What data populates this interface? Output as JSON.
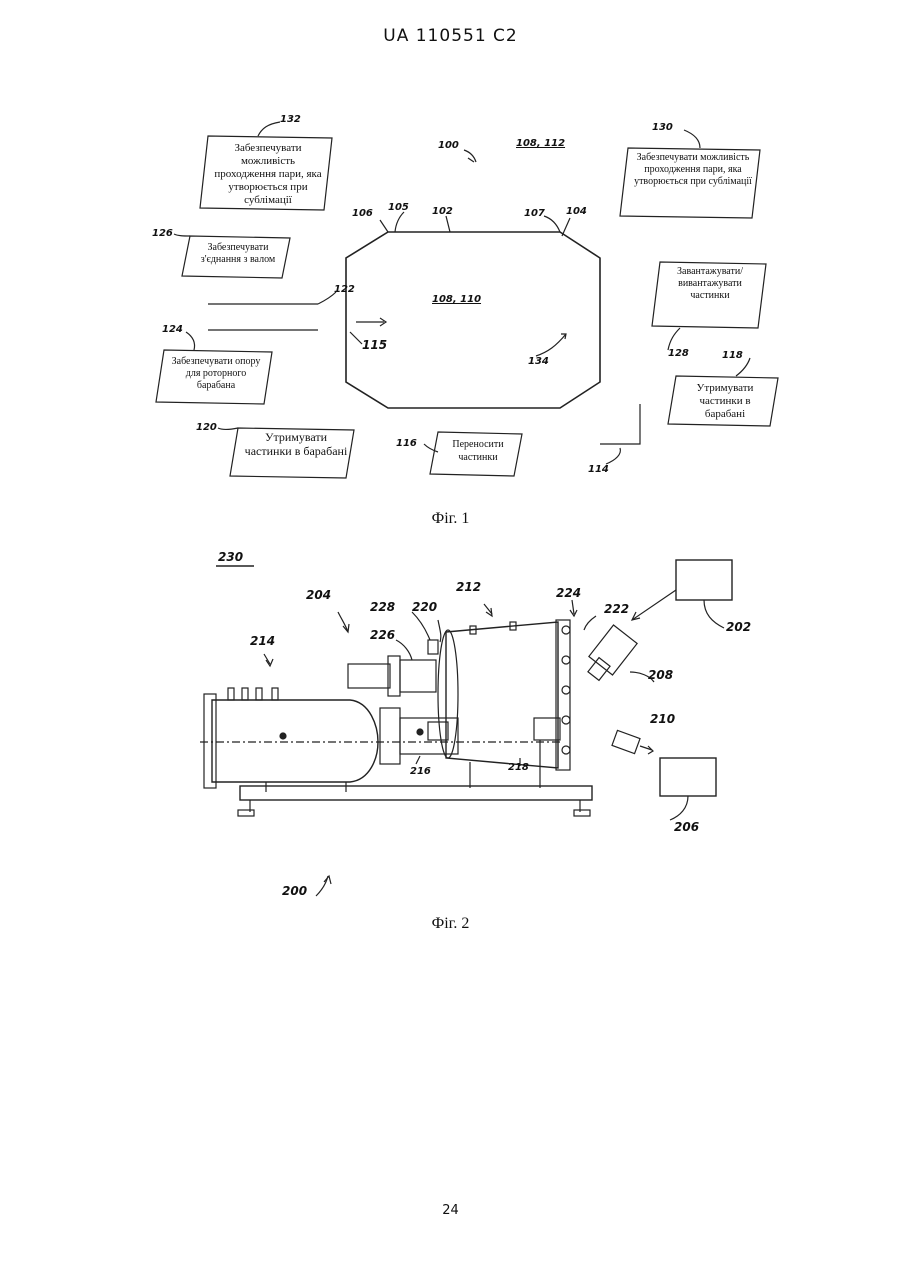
{
  "header": {
    "doc_id": "UA  110551  C2"
  },
  "page_number": "24",
  "fig1": {
    "caption": "Фіг. 1",
    "boxes": {
      "b132": "Забезпечувати можливість проходження пари, яка утворюється при сублімації",
      "b130": "Забезпечувати можливість проходження пари, яка утворюється при сублімації",
      "b126": "Забезпечувати з'єднання з валом",
      "b124": "Забезпечувати опору для роторного барабана",
      "b128": "Завантажувати/ вивантажувати частинки",
      "b118": "Утримувати частинки в барабані",
      "b120": "Утримувати частинки в барабані",
      "b116": "Переносити частинки"
    },
    "labels": {
      "l132": "132",
      "l130": "130",
      "l100": "100",
      "l108_112": "108, 112",
      "l106": "106",
      "l105": "105",
      "l102": "102",
      "l107": "107",
      "l104": "104",
      "l126": "126",
      "l122": "122",
      "l124": "124",
      "l108_110": "108, 110",
      "l115": "115",
      "l134": "134",
      "l128": "128",
      "l118": "118",
      "l120": "120",
      "l116": "116",
      "l114": "114"
    }
  },
  "fig2": {
    "caption": "Фіг. 2",
    "labels": {
      "l230": "230",
      "l204": "204",
      "l214": "214",
      "l228": "228",
      "l226": "226",
      "l220": "220",
      "l212": "212",
      "l224": "224",
      "l222": "222",
      "l202": "202",
      "l208": "208",
      "l210": "210",
      "l206": "206",
      "l216": "216",
      "l218": "218",
      "l200": "200"
    }
  }
}
